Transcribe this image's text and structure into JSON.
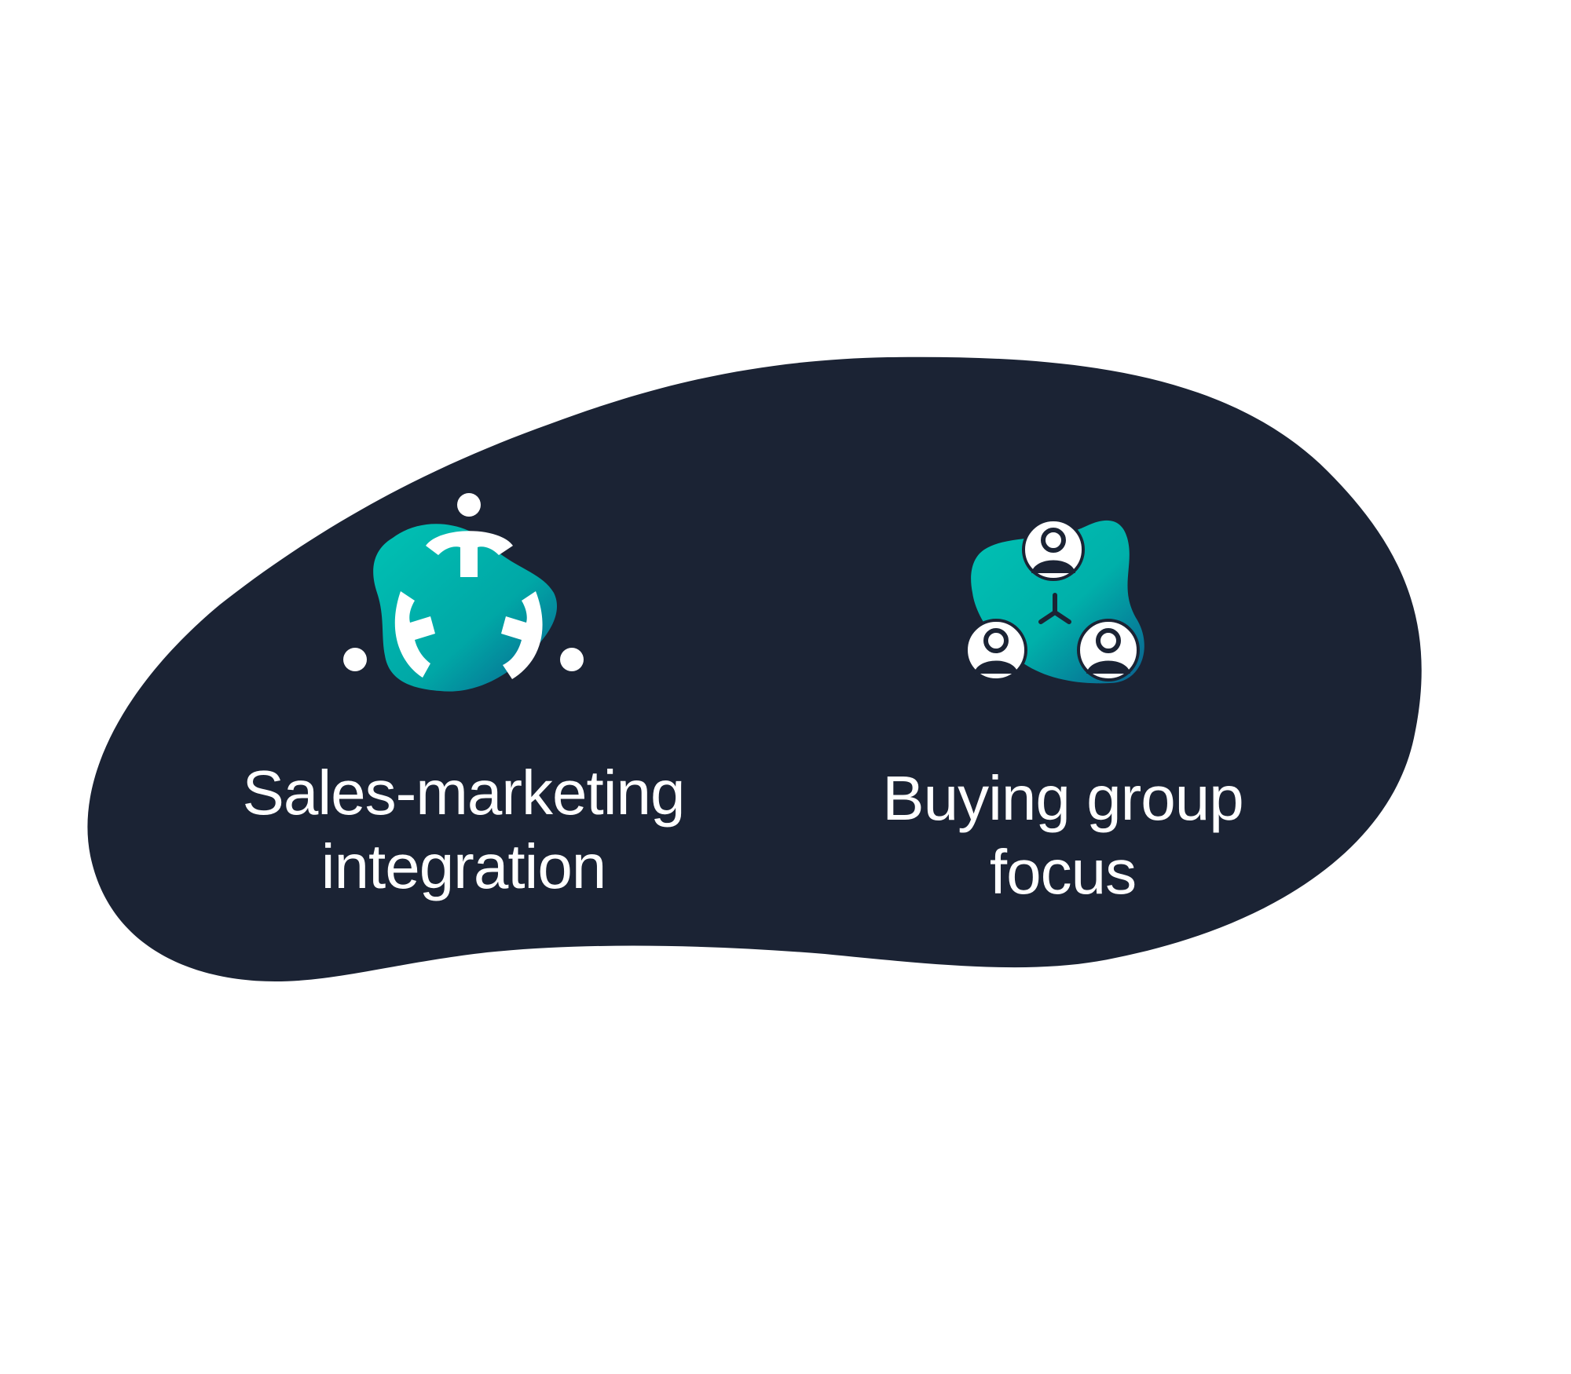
{
  "colors": {
    "background": "#ffffff",
    "blob": "#1b2334",
    "accent_teal": "#00b3a8",
    "accent_blue": "#0a6f93",
    "text": "#ffffff"
  },
  "features": [
    {
      "icon": "integration-cycle-icon",
      "label_line1": "Sales-marketing",
      "label_line2": "integration"
    },
    {
      "icon": "buying-group-icon",
      "label_line1": "Buying group",
      "label_line2": "focus"
    }
  ]
}
